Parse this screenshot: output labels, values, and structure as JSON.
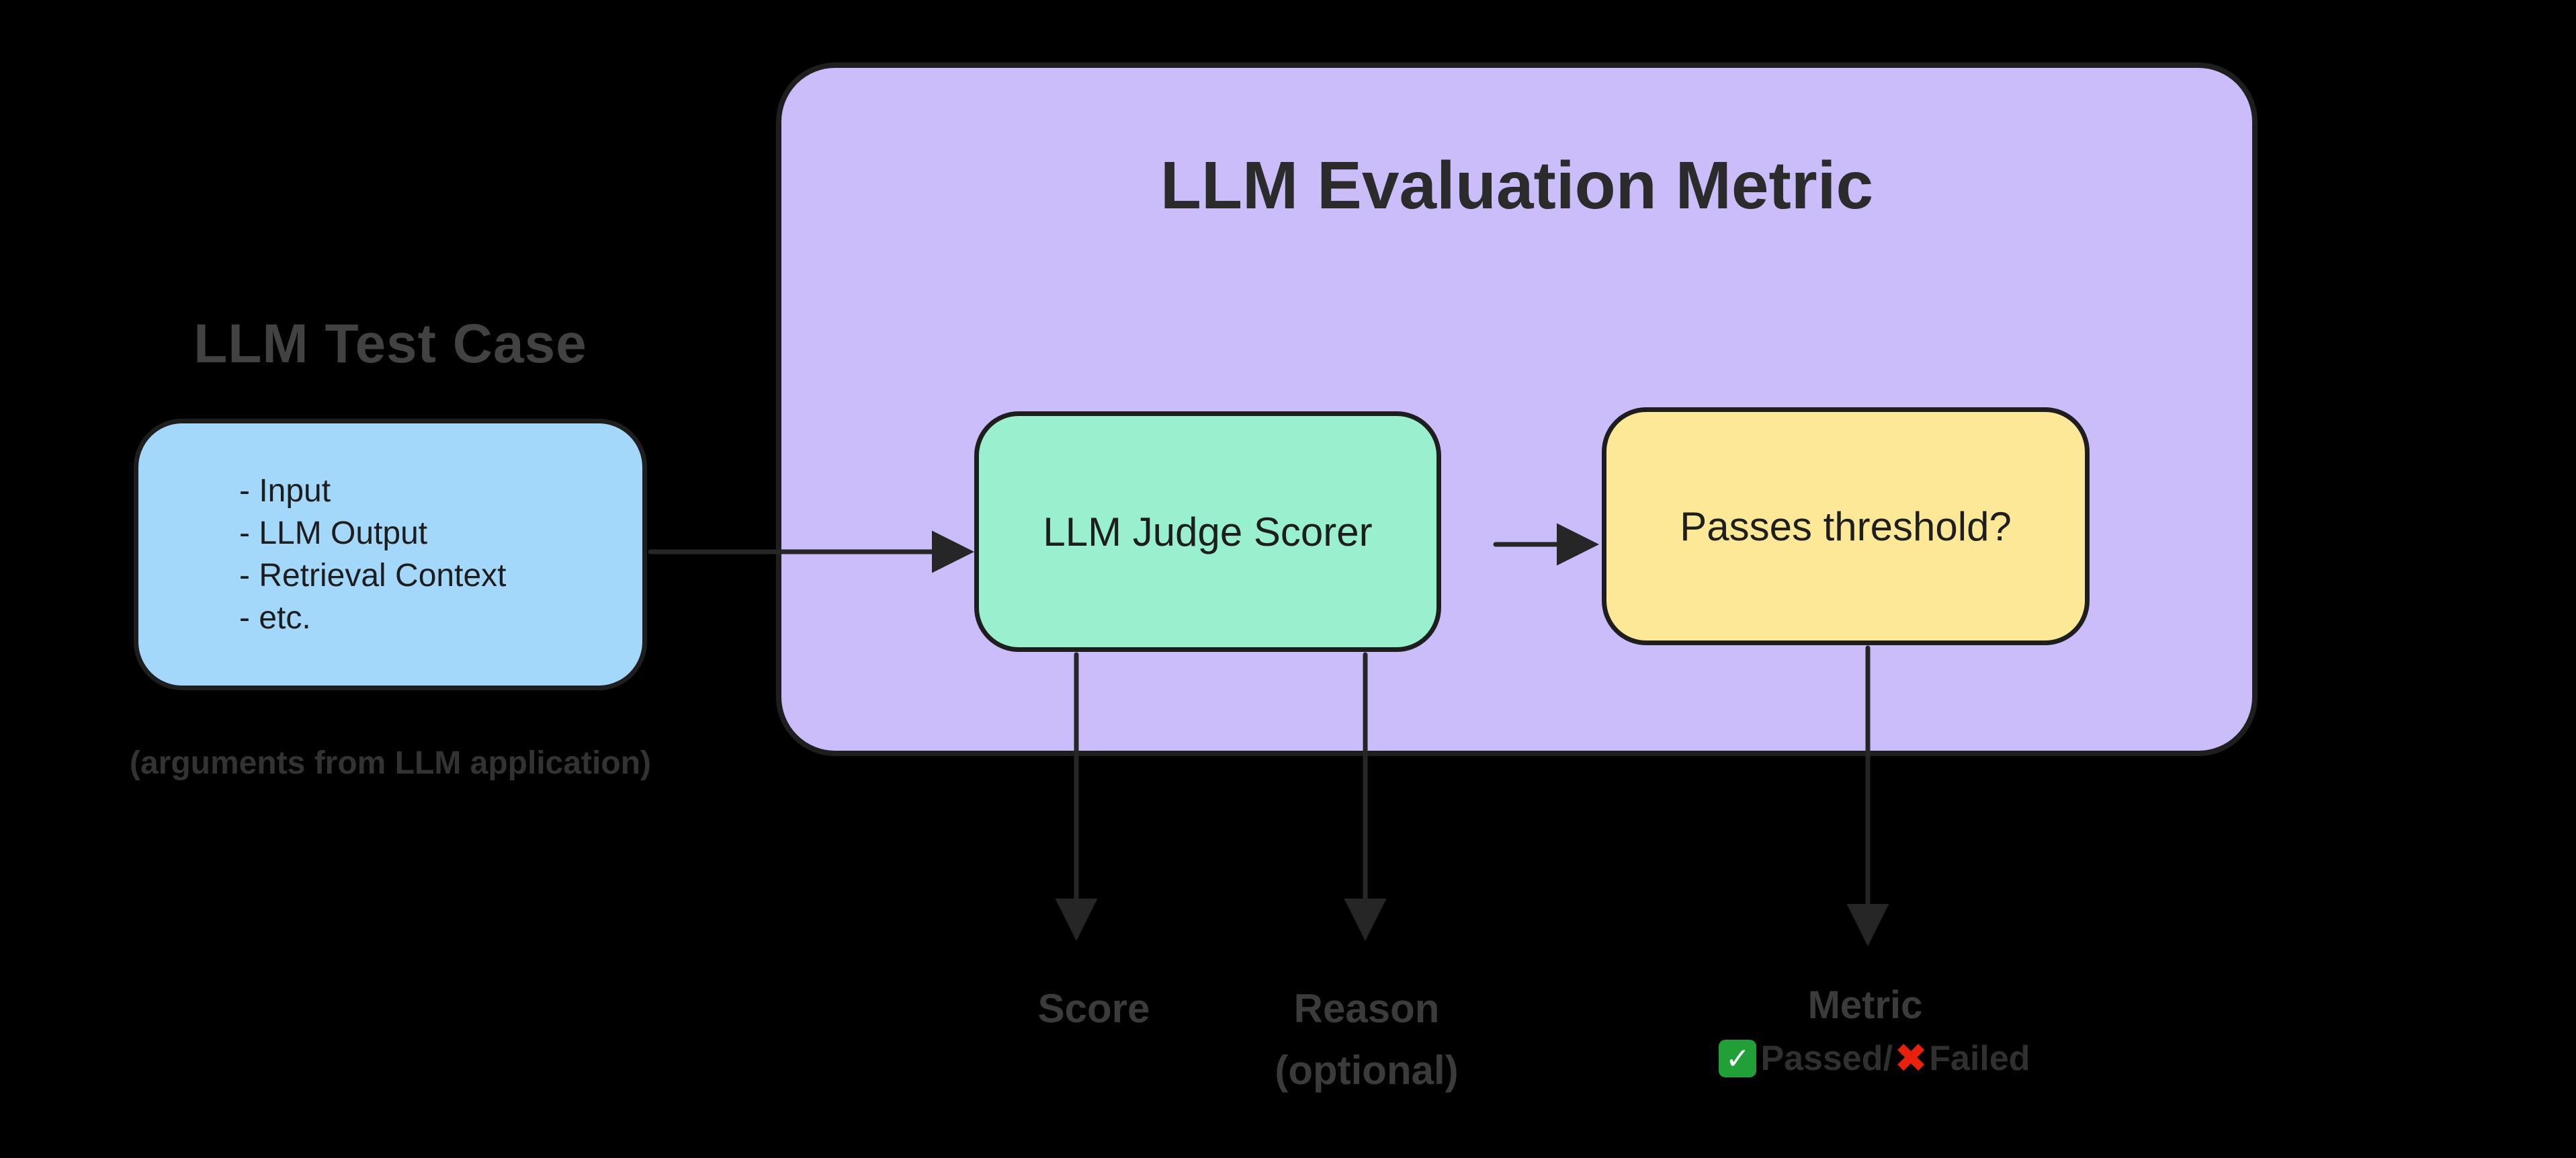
{
  "test_case": {
    "title": "LLM Test Case",
    "items": [
      "- Input",
      "- LLM Output",
      "- Retrieval Context",
      "- etc."
    ],
    "note": "(arguments from LLM application)"
  },
  "evaluation": {
    "title": "LLM Evaluation Metric",
    "judge_box_label": "LLM Judge Scorer",
    "threshold_box_label": "Passes threshold?"
  },
  "outputs": {
    "score_label": "Score",
    "reason_label": "Reason",
    "reason_optional": "(optional)",
    "metric_label": "Metric",
    "passed_label": "Passed/",
    "failed_label": "Failed",
    "check_icon": "✓",
    "cross_icon": "✖"
  },
  "colors": {
    "background": "#000000",
    "test_case_box": "#a4d8fb",
    "evaluation_box": "#cbbdf9",
    "judge_box": "#98f0ce",
    "threshold_box": "#fce896",
    "box_border": "#1e1e1e",
    "arrow": "#262626",
    "muted_label_text": "#3b3b3b",
    "box_text": "#1d1d1d",
    "check_green": "#21a038",
    "cross_red": "#e8210c"
  }
}
